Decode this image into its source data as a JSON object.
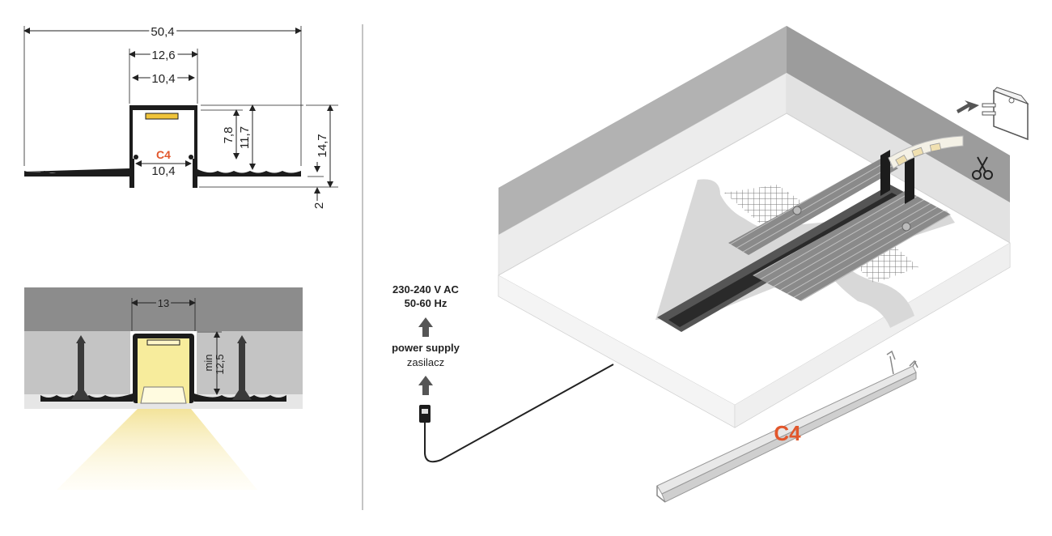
{
  "profile_code": "C4",
  "colors": {
    "accent": "#e2572c",
    "profile": "#1c1c1c",
    "wall_dark": "#8c8c8c",
    "wall_light": "#c4c4c4",
    "light_beam": "#f6e9a8"
  },
  "cross_section": {
    "width_total": "50,4",
    "width_outer": "12,6",
    "width_inner_top": "10,4",
    "width_inner_bottom": "10,4",
    "height_inner": "7,8",
    "height_profile": "11,7",
    "height_total": "14,7",
    "flange": "2"
  },
  "installation": {
    "cutout_width": "13",
    "min_label": "min",
    "min_depth": "12,5"
  },
  "power": {
    "voltage": "230-240 V AC",
    "frequency": "50-60 Hz",
    "label_en": "power supply",
    "label_pl": "zasilacz"
  },
  "icons": [
    "scissors-icon",
    "arrow-icon"
  ]
}
